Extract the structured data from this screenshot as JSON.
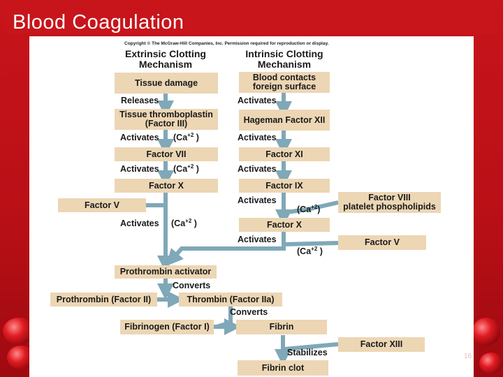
{
  "slide": {
    "title": "Blood Coagulation",
    "page_number": "16"
  },
  "figure": {
    "copyright": "Copyright © The McGraw-Hill Companies, Inc. Permission required for reproduction or display.",
    "extrinsic_heading_line1": "Extrinsic Clotting",
    "extrinsic_heading_line2": "Mechanism",
    "intrinsic_heading_line1": "Intrinsic Clotting",
    "intrinsic_heading_line2": "Mechanism",
    "boxes": {
      "tissue_damage": "Tissue damage",
      "tissue_thromboplastin_1": "Tissue thromboplastin",
      "tissue_thromboplastin_2": "(Factor III)",
      "factor_vii": "Factor VII",
      "factor_x_left": "Factor X",
      "factor_v_left": "Factor V",
      "blood_contacts_1": "Blood contacts",
      "blood_contacts_2": "foreign surface",
      "hageman": "Hageman Factor XII",
      "factor_xi": "Factor XI",
      "factor_ix": "Factor IX",
      "factor_viii_1": "Factor VIII",
      "factor_viii_2": "platelet phospholipids",
      "factor_x_right": "Factor X",
      "factor_v_right": "Factor V",
      "prothrombin_activator": "Prothrombin activator",
      "prothrombin": "Prothrombin (Factor II)",
      "thrombin": "Thrombin (Factor IIa)",
      "fibrinogen": "Fibrinogen (Factor I)",
      "fibrin": "Fibrin",
      "factor_xiii": "Factor XIII",
      "fibrin_clot": "Fibrin clot"
    },
    "labels": {
      "releases": "Releases",
      "activates": "Activates",
      "converts": "Converts",
      "stabilizes": "Stabilizes",
      "ca_base": "(Ca",
      "ca_sup": "+2",
      "ca_close": " )",
      "ca_close_tight": ")"
    }
  }
}
